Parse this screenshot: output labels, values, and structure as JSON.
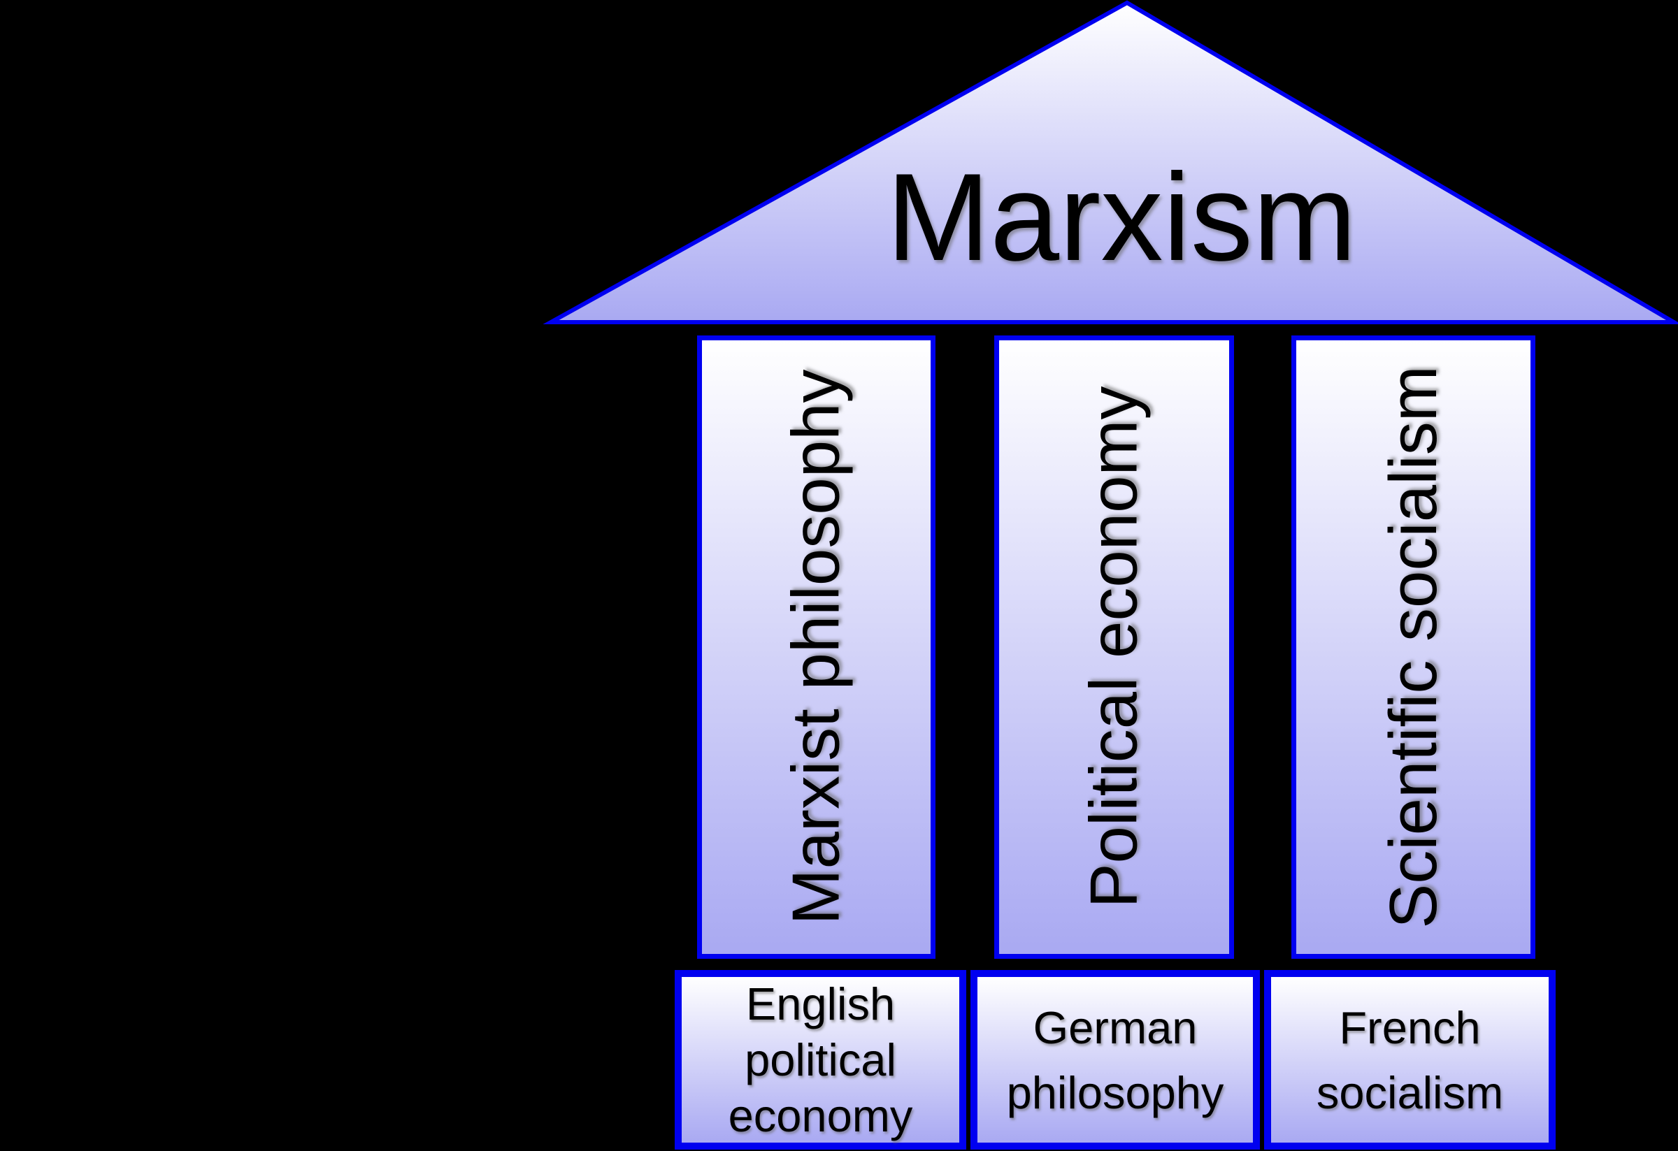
{
  "colors": {
    "background": "#000000",
    "outline": "#0000f0",
    "fill_top": "#ffffff",
    "fill_bottom": "#a9a9f2",
    "text": "#000000"
  },
  "roof": {
    "label": "Marxism"
  },
  "pillars": [
    {
      "label": "Marxist philosophy"
    },
    {
      "label": "Political economy"
    },
    {
      "label": "Scientific socialism"
    }
  ],
  "bases": [
    {
      "label": "English political economy",
      "lines": [
        "English",
        "political",
        "economy"
      ]
    },
    {
      "label": "German philosophy",
      "lines": [
        "German",
        "philosophy"
      ]
    },
    {
      "label": "French socialism",
      "lines": [
        "French",
        "socialism"
      ]
    }
  ]
}
